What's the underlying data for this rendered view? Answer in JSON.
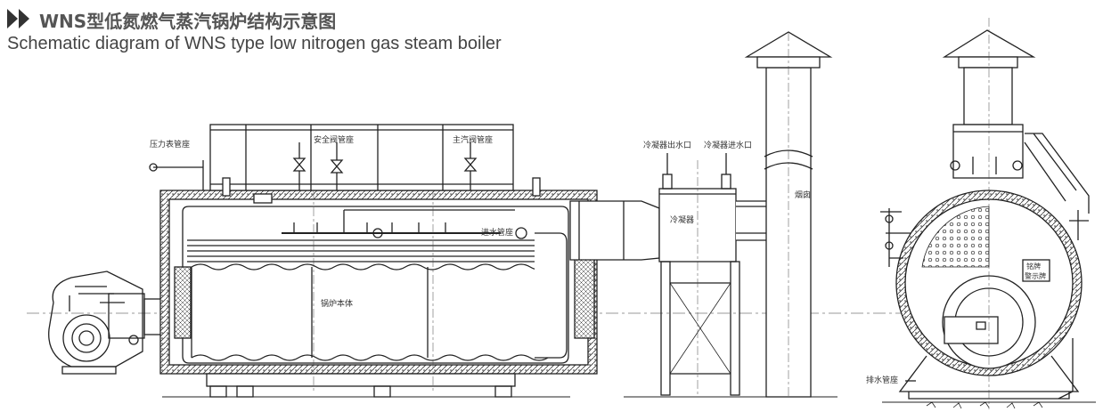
{
  "header": {
    "title": "WNS型低氮燃气蒸汽锅炉结构示意图",
    "subtitle": "Schematic diagram of WNS type low nitrogen gas steam boiler"
  },
  "labels": {
    "pressure_gauge_seat": "压力表管座",
    "safety_valve_seat": "安全阀管座",
    "main_steam_valve_seat": "主汽阀管座",
    "condenser_outlet": "冷凝器出水口",
    "condenser_inlet": "冷凝器进水口",
    "chimney": "烟囱",
    "condenser": "冷凝器",
    "water_inlet_seat": "进水管座",
    "boiler_body": "锅炉本体",
    "nameplate_line1": "铭牌",
    "nameplate_line2": "警示牌",
    "drain_seat": "排水管座"
  },
  "colors": {
    "line": "#222222",
    "text": "#333333",
    "title": "#555555"
  }
}
